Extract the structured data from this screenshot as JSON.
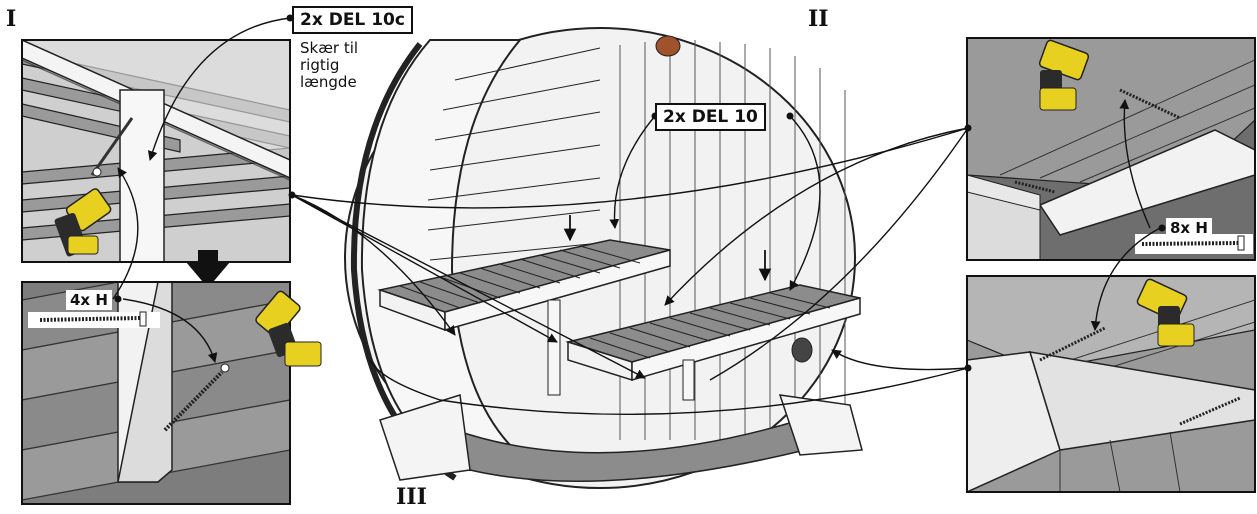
{
  "steps": {
    "one": "I",
    "two": "II",
    "three": "III"
  },
  "labels": {
    "part_10c": "2x DEL 10c",
    "part_10c_note": [
      "Skær til",
      "rigtig",
      "længde"
    ],
    "part_10": "2x DEL 10",
    "screws_4h": "4x H",
    "screws_8h": "8x H"
  },
  "icons": [
    "drill-icon",
    "screw-icon",
    "down-arrow-icon"
  ],
  "colors": {
    "drill_yellow": "#e8d020",
    "drill_dark": "#2b2b2b",
    "wood_gray": "#8c8c8c",
    "light_gray": "#d8d8d8",
    "knob_brown": "#a0522d"
  }
}
